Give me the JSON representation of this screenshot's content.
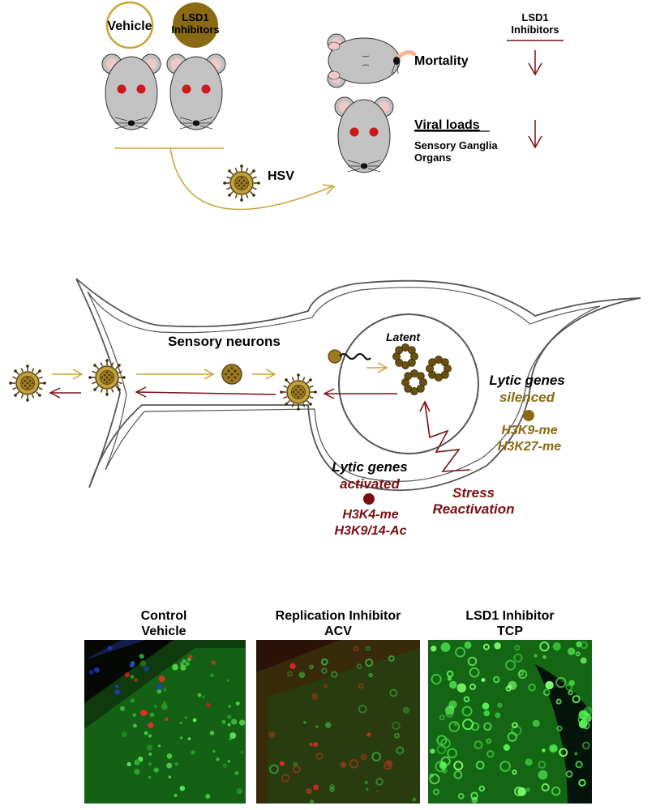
{
  "colors": {
    "gold": "#8a6a12",
    "gold_line": "#c8a436",
    "dark_red": "#7a0f12",
    "mouse_gray": "#c2c2c2",
    "ear_pink": "#f0c8c8",
    "eye_red": "#cc1a1a",
    "virus_brown": "#5a4412"
  },
  "legend": {
    "vehicle": "Vehicle",
    "lsd1_line1": "LSD1",
    "lsd1_line2": "Inhibitors"
  },
  "outcomes": {
    "lsd1_header_line1": "LSD1",
    "lsd1_header_line2": "Inhibitors",
    "mortality": "Mortality",
    "viral_loads": "Viral loads",
    "sensory_ganglia": "Sensory Ganglia",
    "organs": "Organs"
  },
  "hsv_label": "HSV",
  "neuron": {
    "sensory_neurons": "Sensory neurons",
    "latent": "Latent",
    "lytic_silenced_line1": "Lytic genes",
    "lytic_silenced_line2": "silenced",
    "silenced_mark1": "H3K9-me",
    "silenced_mark2": "H3K27-me",
    "lytic_activated_line1": "Lytic genes",
    "lytic_activated_line2": "activated",
    "activated_mark1": "H3K4-me",
    "activated_mark2": "H3K9/14-Ac",
    "stress_line1": "Stress",
    "stress_line2": "Reactivation"
  },
  "micrographs": [
    {
      "title1": "Control",
      "title2": "Vehicle"
    },
    {
      "title1": "Replication Inhibitor",
      "title2": "ACV"
    },
    {
      "title1": "LSD1 Inhibitor",
      "title2": "TCP"
    }
  ]
}
